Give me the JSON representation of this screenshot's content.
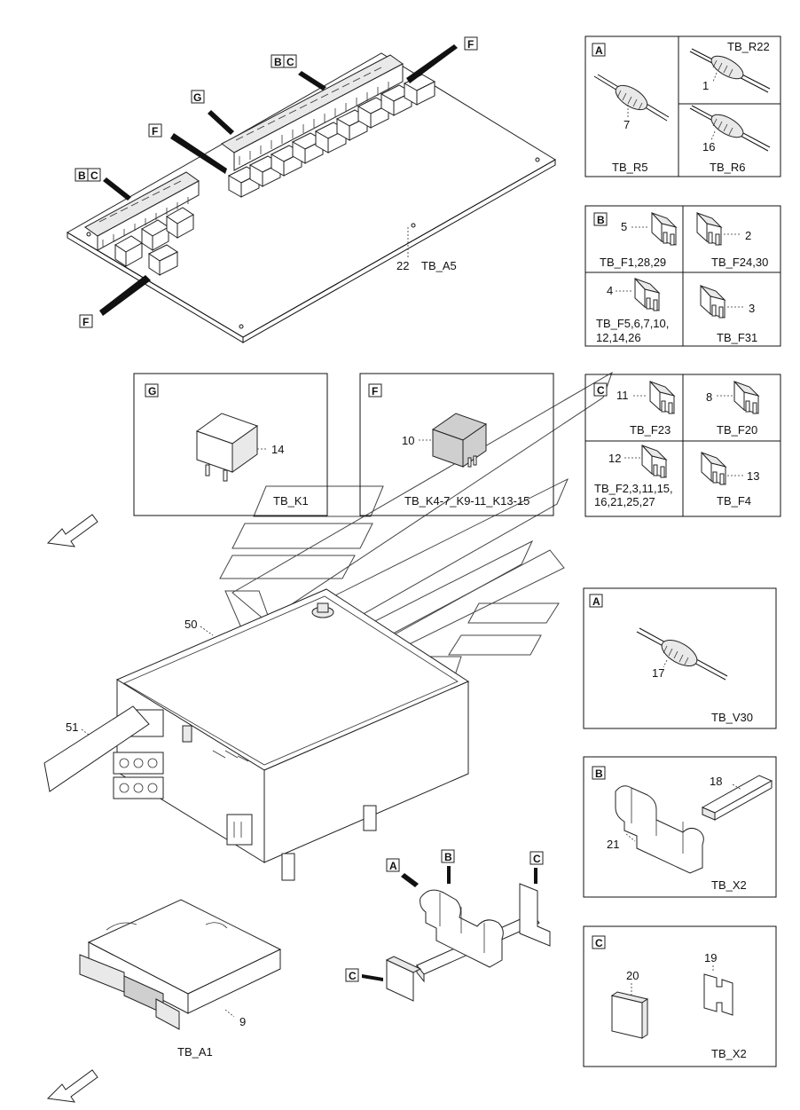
{
  "callout_letters": {
    "a": "A",
    "b": "B",
    "c": "C",
    "f": "F",
    "g": "G"
  },
  "board": {
    "item": "22",
    "name": "TB_A5"
  },
  "panel_a_resistors": {
    "r5": {
      "item": "7",
      "name": "TB_R5"
    },
    "r22": {
      "item": "1",
      "name": "TB_R22"
    },
    "r6": {
      "item": "16",
      "name": "TB_R6"
    }
  },
  "panel_b_fuses": {
    "f1": {
      "item": "5",
      "name": "TB_F1,28,29"
    },
    "f24": {
      "item": "2",
      "name": "TB_F24,30"
    },
    "f5": {
      "item": "4",
      "name_line1": "TB_F5,6,7,10,",
      "name_line2": "12,14,26"
    },
    "f31": {
      "item": "3",
      "name": "TB_F31"
    }
  },
  "panel_g_relay": {
    "item": "14",
    "name": "TB_K1"
  },
  "panel_f_relay": {
    "item": "10",
    "name": "TB_K4-7_K9-11_K13-15"
  },
  "panel_c_fuses": {
    "f23": {
      "item": "11",
      "name": "TB_F23"
    },
    "f20": {
      "item": "8",
      "name": "TB_F20"
    },
    "f2": {
      "item": "12",
      "name_line1": "TB_F2,3,11,15,",
      "name_line2": "16,21,25,27"
    },
    "f4": {
      "item": "13",
      "name": "TB_F4"
    }
  },
  "panel_a_v30": {
    "item": "17",
    "name": "TB_V30"
  },
  "panel_b_x2": {
    "rail_item": "18",
    "terminal_item": "21",
    "name": "TB_X2"
  },
  "panel_c_x2": {
    "item_a": "20",
    "item_b": "19",
    "name": "TB_X2"
  },
  "box": {
    "item": "50",
    "cable_item": "51"
  },
  "ecu": {
    "item": "9",
    "name": "TB_A1"
  }
}
